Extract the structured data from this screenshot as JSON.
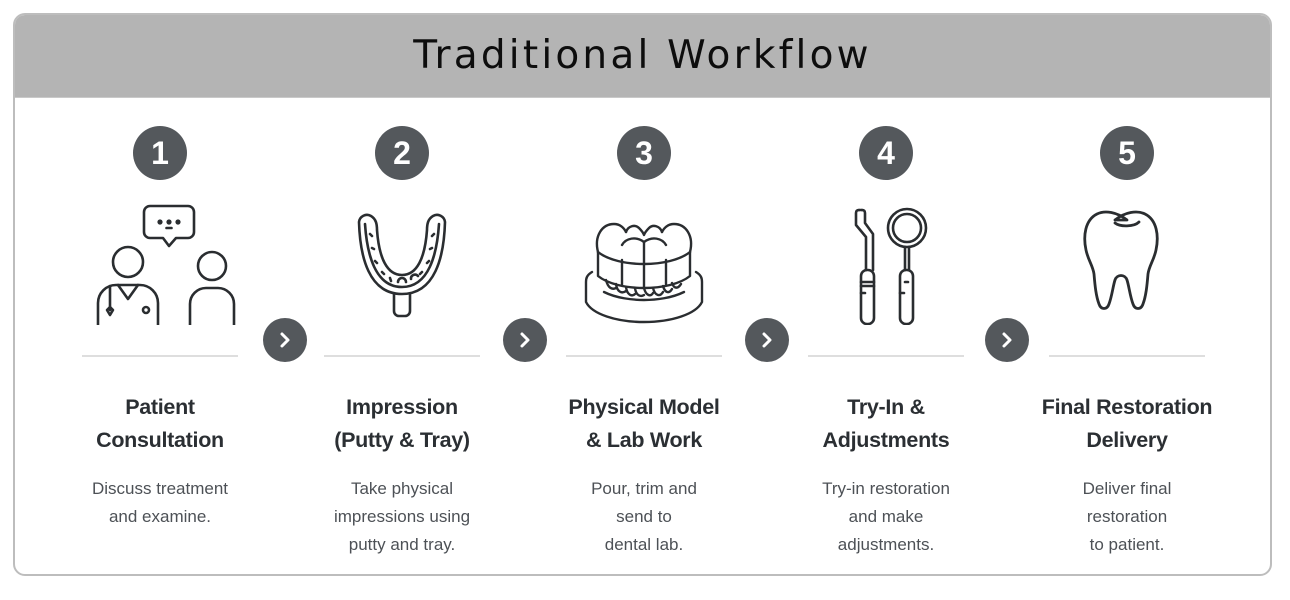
{
  "header": {
    "title": "Traditional Workflow"
  },
  "colors": {
    "header_bg": "#b4b4b4",
    "badge_bg": "#54585c",
    "badge_text": "#ffffff",
    "title_text": "#2b2f33",
    "desc_text": "#4d5156",
    "divider": "#dedede",
    "card_border": "#bdbdbd"
  },
  "steps": [
    {
      "number": "1",
      "icon": "doctor-patient-consultation-icon",
      "title_line1": "Patient",
      "title_line2": "Consultation",
      "desc_line1": "Discuss treatment",
      "desc_line2": "and examine.",
      "desc_line3": ""
    },
    {
      "number": "2",
      "icon": "impression-tray-icon",
      "title_line1": "Impression",
      "title_line2": "(Putty & Tray)",
      "desc_line1": "Take physical",
      "desc_line2": "impressions using",
      "desc_line3": "putty and tray."
    },
    {
      "number": "3",
      "icon": "dental-model-icon",
      "title_line1": "Physical Model",
      "title_line2": "& Lab Work",
      "desc_line1": "Pour, trim and",
      "desc_line2": "send to",
      "desc_line3": "dental lab."
    },
    {
      "number": "4",
      "icon": "dental-tools-icon",
      "title_line1": "Try-In &",
      "title_line2": "Adjustments",
      "desc_line1": "Try-in restoration",
      "desc_line2": "and make",
      "desc_line3": "adjustments."
    },
    {
      "number": "5",
      "icon": "tooth-icon",
      "title_line1": "Final Restoration",
      "title_line2": "Delivery",
      "desc_line1": "Deliver final",
      "desc_line2": "restoration",
      "desc_line3": "to patient."
    }
  ],
  "connectors": [
    {
      "icon": "chevron-right-icon"
    },
    {
      "icon": "chevron-right-icon"
    },
    {
      "icon": "chevron-right-icon"
    },
    {
      "icon": "chevron-right-icon"
    }
  ]
}
